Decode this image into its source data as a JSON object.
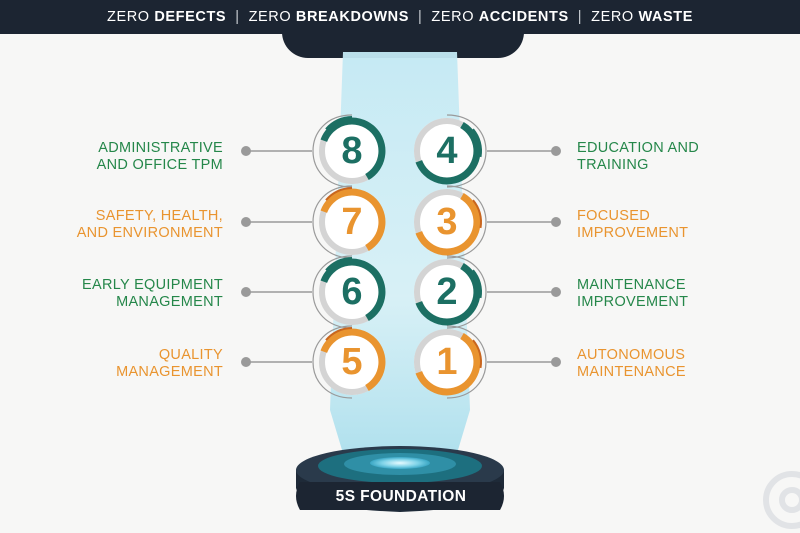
{
  "header": {
    "goals": [
      {
        "prefix": "ZERO",
        "word": "DEFECTS"
      },
      {
        "prefix": "ZERO",
        "word": "BREAKDOWNS"
      },
      {
        "prefix": "ZERO",
        "word": "ACCIDENTS"
      },
      {
        "prefix": "ZERO",
        "word": "WASTE"
      }
    ],
    "separator": "|"
  },
  "pillars": {
    "left": [
      {
        "number": "8",
        "line1": "ADMINISTRATIVE",
        "line2": "AND OFFICE TPM",
        "color": "green"
      },
      {
        "number": "7",
        "line1": "SAFETY, HEALTH,",
        "line2": "AND ENVIRONMENT",
        "color": "orange"
      },
      {
        "number": "6",
        "line1": "EARLY EQUIPMENT",
        "line2": "MANAGEMENT",
        "color": "green"
      },
      {
        "number": "5",
        "line1": "QUALITY",
        "line2": "MANAGEMENT",
        "color": "orange"
      }
    ],
    "right": [
      {
        "number": "4",
        "line1": "EDUCATION AND",
        "line2": "TRAINING",
        "color": "green"
      },
      {
        "number": "3",
        "line1": "FOCUSED",
        "line2": "IMPROVEMENT",
        "color": "orange"
      },
      {
        "number": "2",
        "line1": "MAINTENANCE",
        "line2": "IMPROVEMENT",
        "color": "green"
      },
      {
        "number": "1",
        "line1": "AUTONOMOUS",
        "line2": "MAINTENANCE",
        "color": "orange"
      }
    ]
  },
  "foundation": {
    "label": "5S FOUNDATION"
  },
  "colors": {
    "navy": "#1c2532",
    "teal": "#1c6f63",
    "green": "#25874a",
    "orange": "#e9942f",
    "orange_dark": "#c9661e",
    "gray": "#9a9a9a",
    "beam": "#a6ddec"
  }
}
